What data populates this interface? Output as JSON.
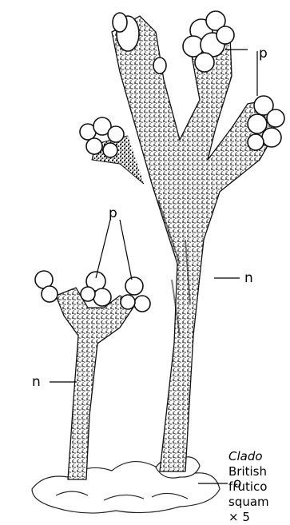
{
  "labels": {
    "p_upper": "p",
    "p_lower": "p",
    "n_right": "n",
    "n_left": "n",
    "o": "o"
  },
  "caption": {
    "line1": "Clado",
    "line2": "British",
    "line3": "frutico",
    "line4": "squam",
    "line5": "× 5"
  }
}
